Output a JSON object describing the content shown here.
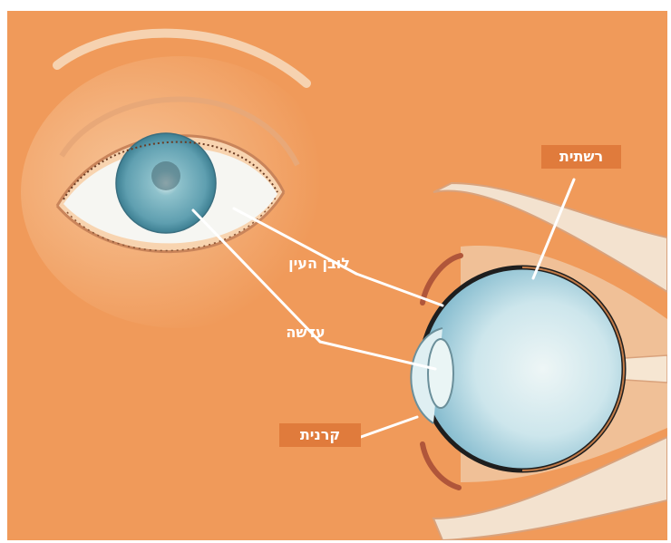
{
  "labels": {
    "retina": "רשתית",
    "sclera": "לובן העין",
    "lens": "עדשה",
    "cornea": "קרנית"
  },
  "colors": {
    "background": "#f09a5a",
    "label_bg": "#e07b3c",
    "label_text": "#ffffff",
    "iris": "#7fb7c4",
    "eyeball": "#b9dbe6",
    "bone": "#f3e2cf"
  }
}
